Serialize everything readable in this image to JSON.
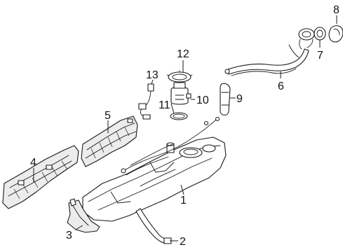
{
  "callouts": [
    {
      "id": "1",
      "label": "1",
      "part": "fuel-tank"
    },
    {
      "id": "2",
      "label": "2",
      "part": "tank-strap"
    },
    {
      "id": "3",
      "label": "3",
      "part": "tank-bracket"
    },
    {
      "id": "4",
      "label": "4",
      "part": "heat-shield-lower"
    },
    {
      "id": "5",
      "label": "5",
      "part": "heat-shield-upper"
    },
    {
      "id": "6",
      "label": "6",
      "part": "filler-pipe"
    },
    {
      "id": "7",
      "label": "7",
      "part": "filler-neck-seal"
    },
    {
      "id": "8",
      "label": "8",
      "part": "fuel-cap"
    },
    {
      "id": "9",
      "label": "9",
      "part": "filler-hose"
    },
    {
      "id": "10",
      "label": "10",
      "part": "fuel-pump-module"
    },
    {
      "id": "11",
      "label": "11",
      "part": "pump-o-ring"
    },
    {
      "id": "12",
      "label": "12",
      "part": "lock-ring"
    },
    {
      "id": "13",
      "label": "13",
      "part": "pump-harness"
    }
  ]
}
